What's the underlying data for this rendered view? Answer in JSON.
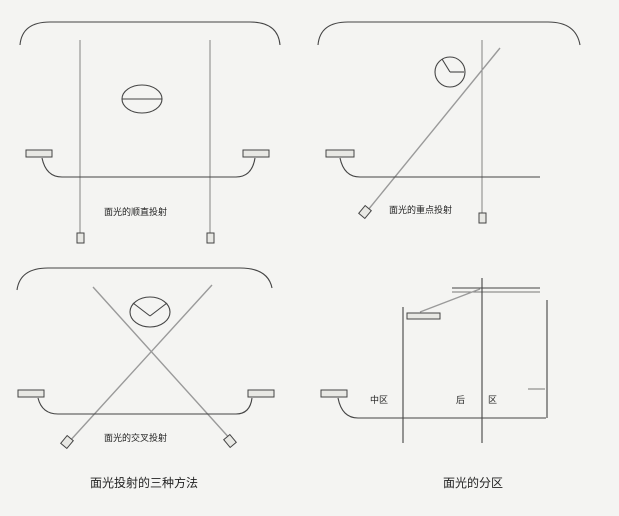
{
  "panels": {
    "top_left": {
      "label": "面光的顺直投射"
    },
    "top_right": {
      "label": "面光的重点投射"
    },
    "bottom_left": {
      "label": "面光的交叉投射"
    },
    "bottom_right": {
      "zone_label_1": "中区",
      "zone_label_2": "后",
      "zone_label_3": "区"
    }
  },
  "captions": {
    "left": "面光投射的三种方法",
    "right": "面光的分区"
  },
  "colors": {
    "background": "#f4f4f2",
    "line": "#444444",
    "beam": "#9a9a9a"
  }
}
